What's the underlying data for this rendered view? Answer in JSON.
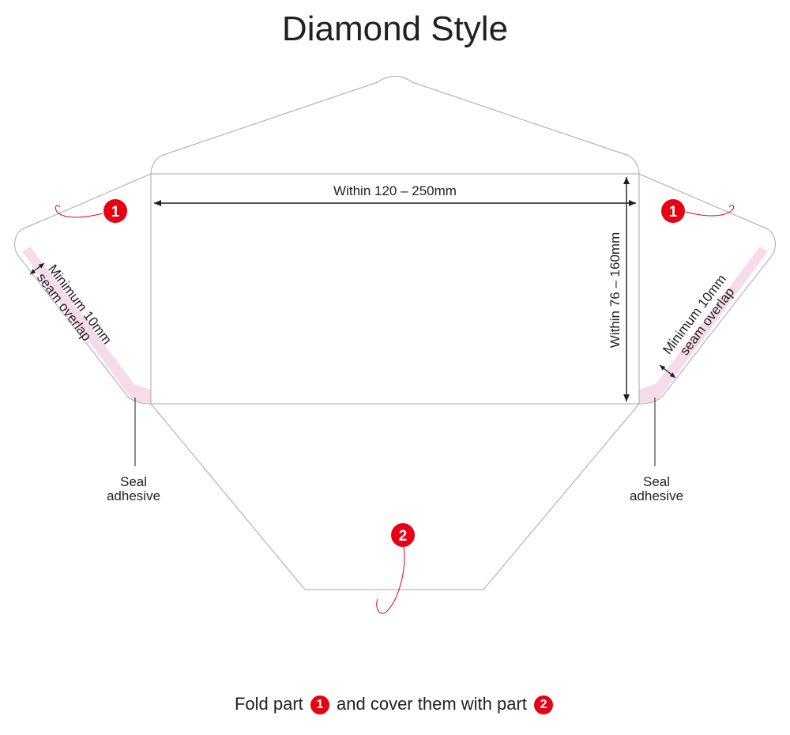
{
  "title": "Diamond Style",
  "labels": {
    "width_dim": "Within 120 – 250mm",
    "height_dim": "Within 76 – 160mm",
    "seam_line1": "Minimum 10mm",
    "seam_line2": "seam overlap",
    "seal_line1": "Seal",
    "seal_line2": "adhesive"
  },
  "badges": {
    "one": "1",
    "two": "2"
  },
  "footer": {
    "part1": "Fold part",
    "part2": "and cover them with part"
  },
  "colors": {
    "accent": "#e60012",
    "adhesive": "#f6dbe8",
    "outline": "#a8a8a8",
    "text": "#231f20"
  }
}
